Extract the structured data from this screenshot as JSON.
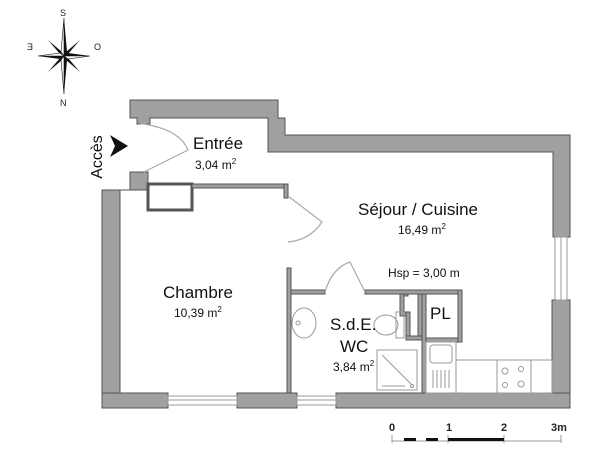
{
  "compass": {
    "top": "S",
    "left": "E",
    "right": "O",
    "bottom": "N"
  },
  "access": {
    "label": "Accès",
    "icon": "arrow-right-icon"
  },
  "rooms": [
    {
      "name": "Entrée",
      "area": "3,04 m",
      "unit_sup": "2"
    },
    {
      "name": "Séjour / Cuisine",
      "area": "16,49 m",
      "unit_sup": "2"
    },
    {
      "name": "Chambre",
      "area": "10,39 m",
      "unit_sup": "2"
    },
    {
      "name": "S.d.E.",
      "name2": "WC",
      "area": "3,84 m",
      "unit_sup": "2"
    },
    {
      "name": "PL"
    }
  ],
  "ceiling_height": "Hsp = 3,00 m",
  "scale_bar": {
    "ticks": [
      "0",
      "1",
      "2",
      "3m"
    ]
  },
  "colors": {
    "wall_fill": "#a0a0a0",
    "wall_stroke": "#555555",
    "fixture_stroke": "#999999"
  }
}
